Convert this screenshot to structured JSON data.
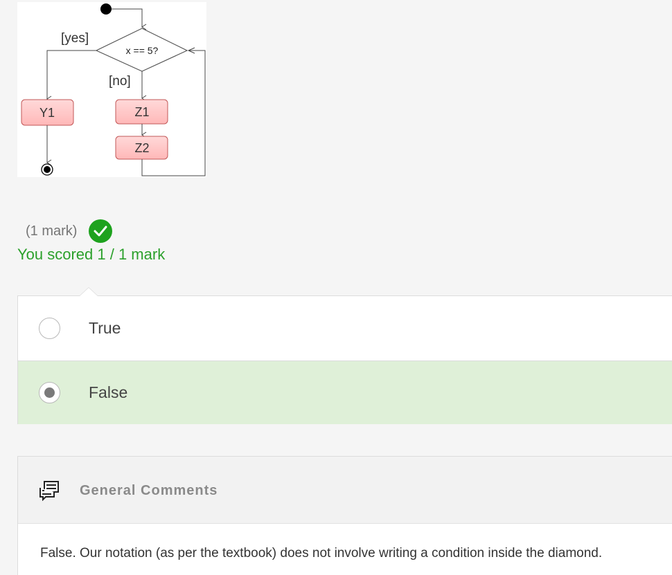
{
  "diagram": {
    "condition": "x == 5?",
    "yes_label": "[yes]",
    "no_label": "[no]",
    "node_y1": "Y1",
    "node_z1": "Z1",
    "node_z2": "Z2"
  },
  "result": {
    "marks": "(1 mark)",
    "score_text": "You scored 1 / 1 mark",
    "status_icon": "check-icon",
    "status_color": "#1ea21e"
  },
  "options": [
    {
      "label": "True",
      "selected": false
    },
    {
      "label": "False",
      "selected": true,
      "highlight_color": "#dff0d8"
    }
  ],
  "comments": {
    "title": "General Comments",
    "icon": "chat-bubbles-icon",
    "text": "False. Our notation (as per the textbook) does not involve writing a condition inside the diamond."
  }
}
